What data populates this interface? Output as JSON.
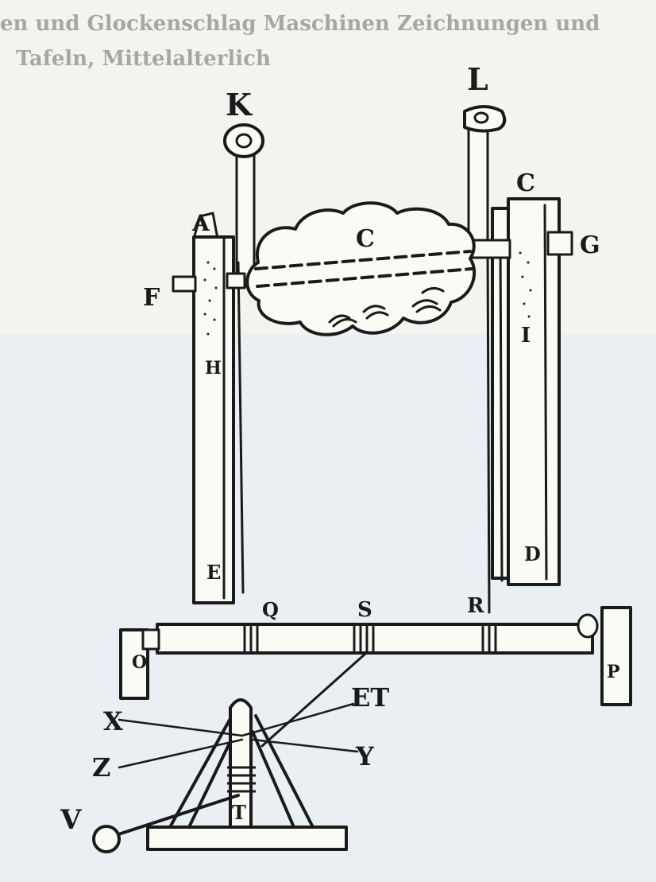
{
  "header_lines": [
    "en und Glockenschlag Maschinen Zeichnungen und",
    "Tafeln, Mittelalterlich"
  ],
  "labels": {
    "K": "K",
    "L": "L",
    "C": "C",
    "A": "A",
    "G": "G",
    "F": "F",
    "H": "H",
    "I": "I",
    "cloud": "C",
    "E": "E",
    "D": "D",
    "Q": "Q",
    "S": "S",
    "R": "R",
    "O": "O",
    "P": "P",
    "ET": "ET",
    "X": "X",
    "Y": "Y",
    "Z": "Z",
    "T": "T",
    "V": "V"
  },
  "colors": {
    "paper": "#f3f4f0",
    "paper_tint": "#e6edf4",
    "ink": "#1a1a1a"
  }
}
